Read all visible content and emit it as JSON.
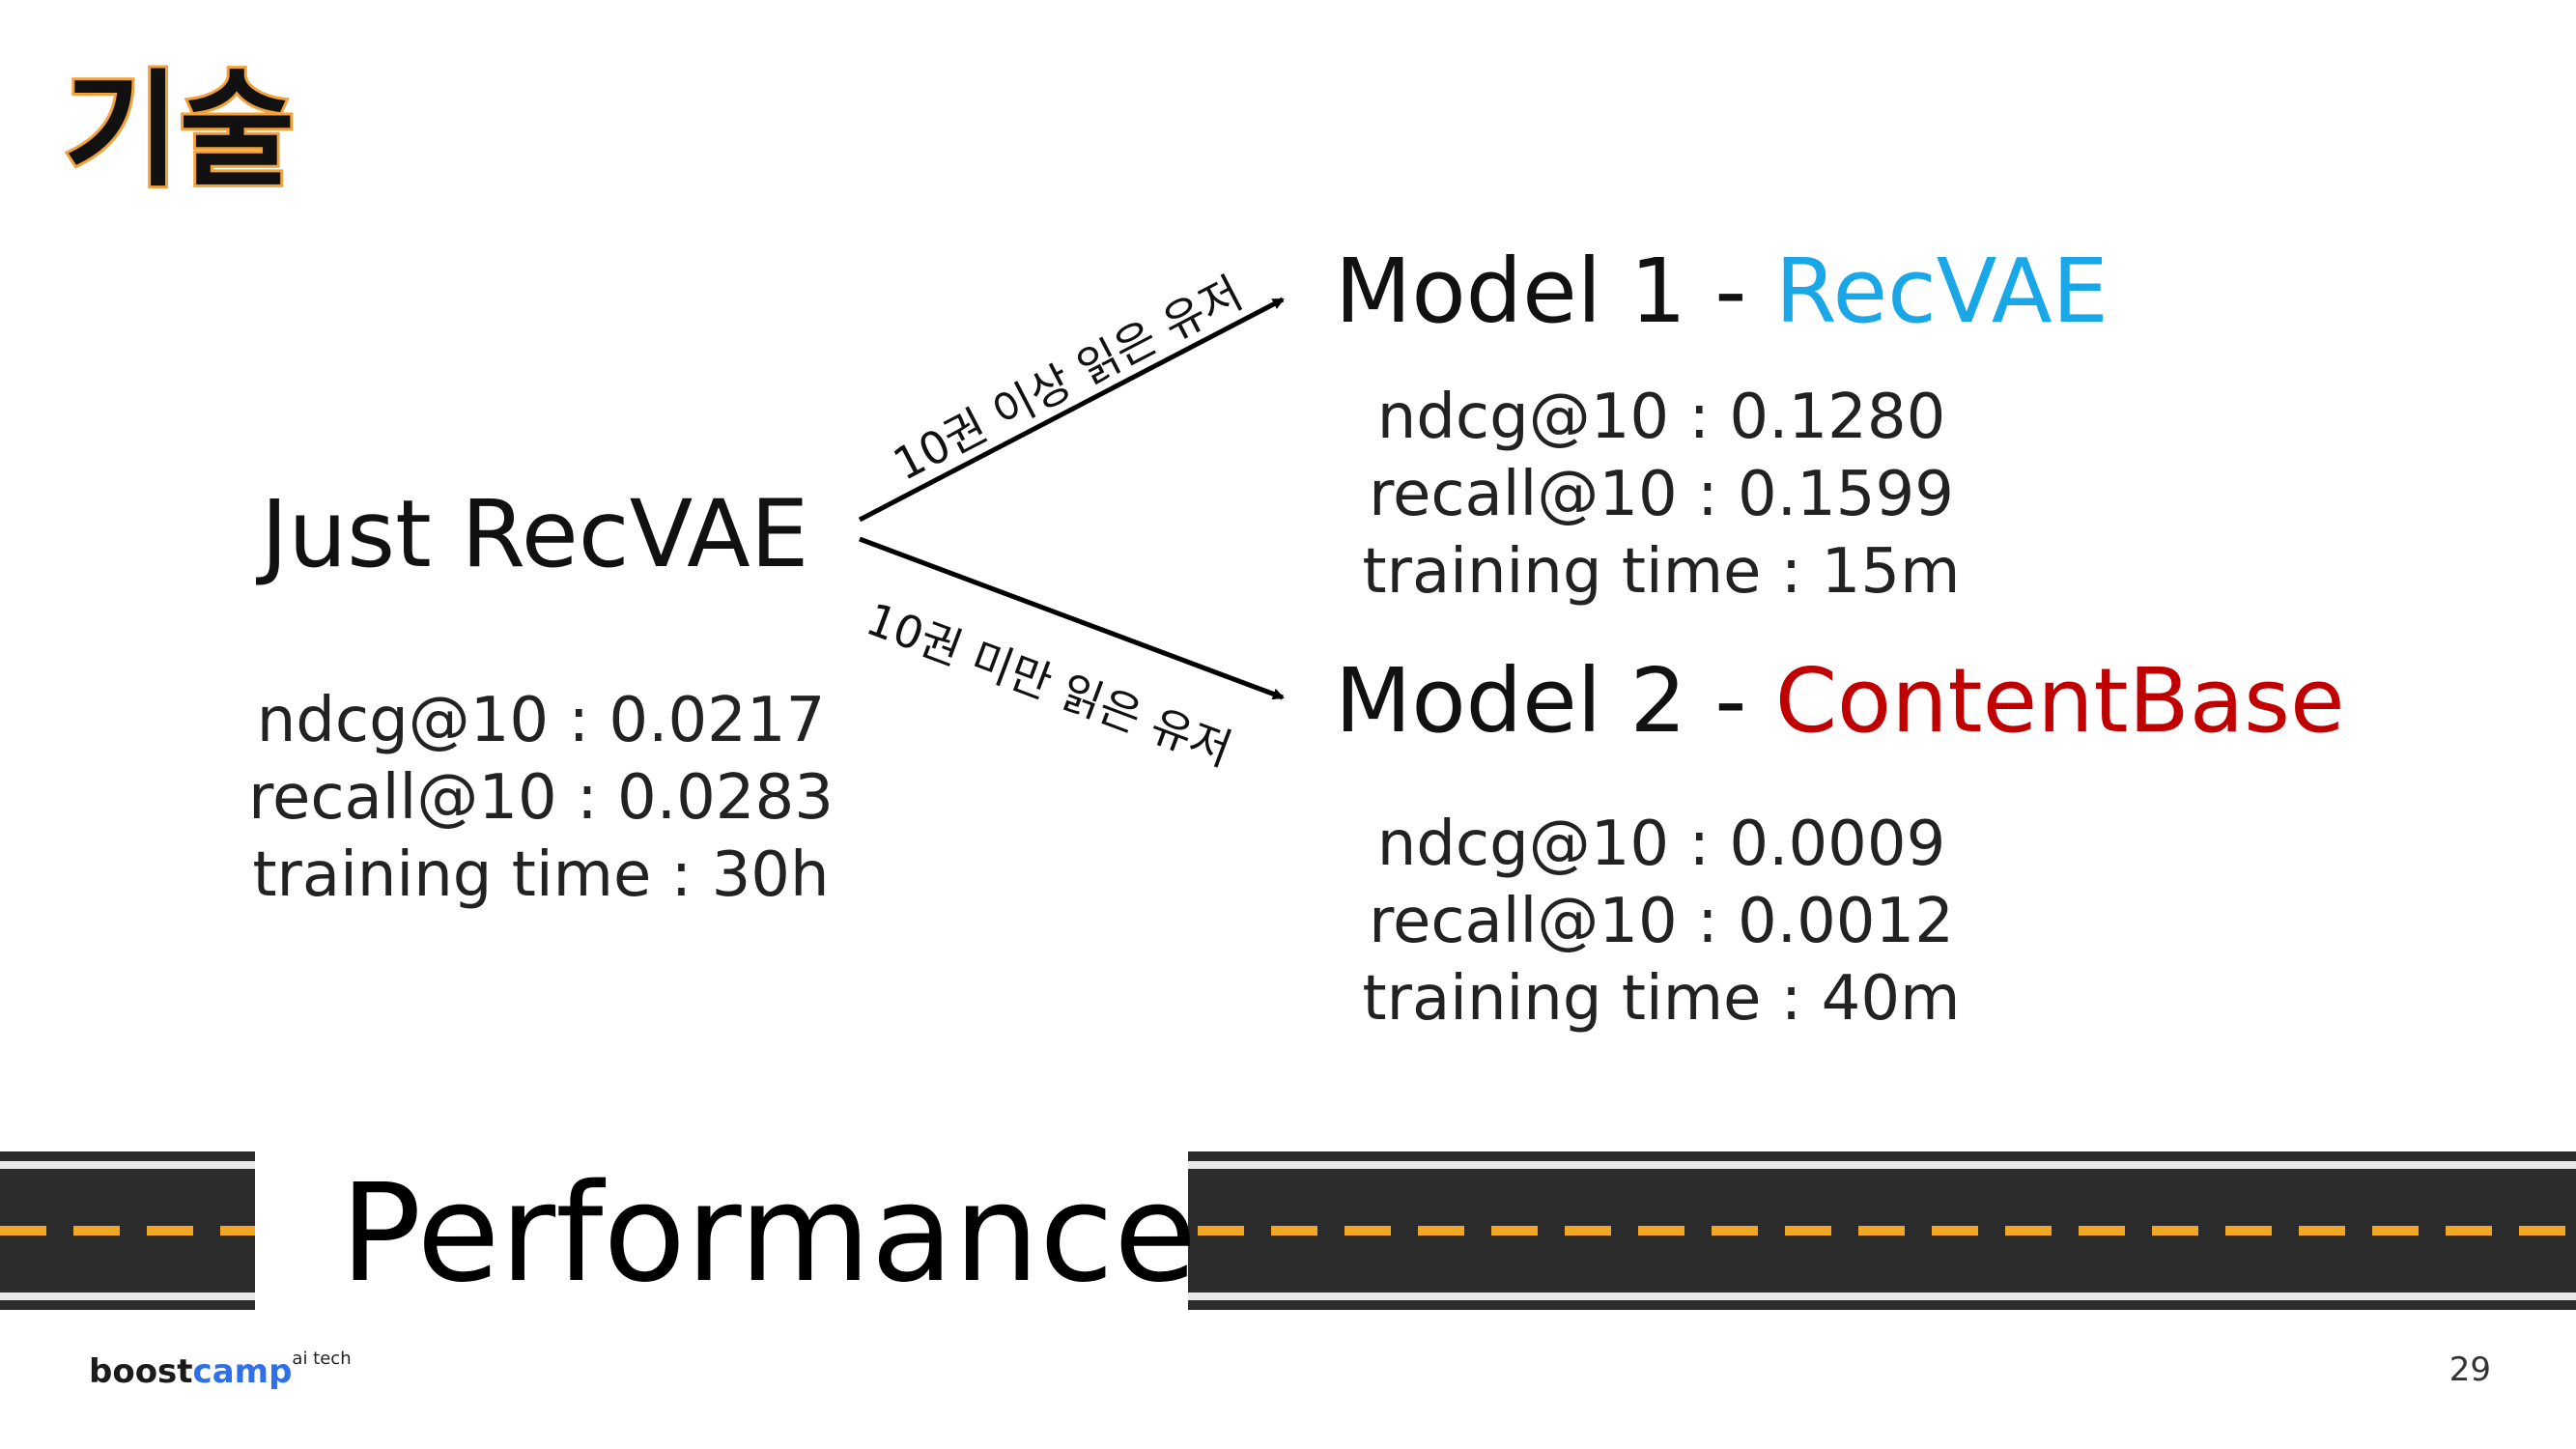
{
  "title": "기술",
  "base": {
    "name": "Just RecVAE",
    "metrics": [
      "ndcg@10 : 0.0217",
      "recall@10 : 0.0283",
      "training time : 30h"
    ]
  },
  "branches": {
    "upper_label": "10권 이상 읽은 유저",
    "lower_label": "10권 미만 읽은 유저"
  },
  "model1": {
    "prefix": "Model 1 - ",
    "name": "RecVAE",
    "color": "#1aa7e8",
    "metrics": [
      "ndcg@10 : 0.1280",
      "recall@10 : 0.1599",
      "training time : 15m"
    ]
  },
  "model2": {
    "prefix": "Model 2 - ",
    "name": "ContentBase",
    "color": "#c00000",
    "metrics": [
      "ndcg@10 : 0.0009",
      "recall@10 : 0.0012",
      "training time : 40m"
    ]
  },
  "banner": {
    "label": "Performance",
    "road_color": "#2c2c2c",
    "dash_color": "#f5a623"
  },
  "footer": {
    "logo_boost": "boost",
    "logo_camp": "camp",
    "logo_sup": "ai tech",
    "page_number": "29"
  }
}
